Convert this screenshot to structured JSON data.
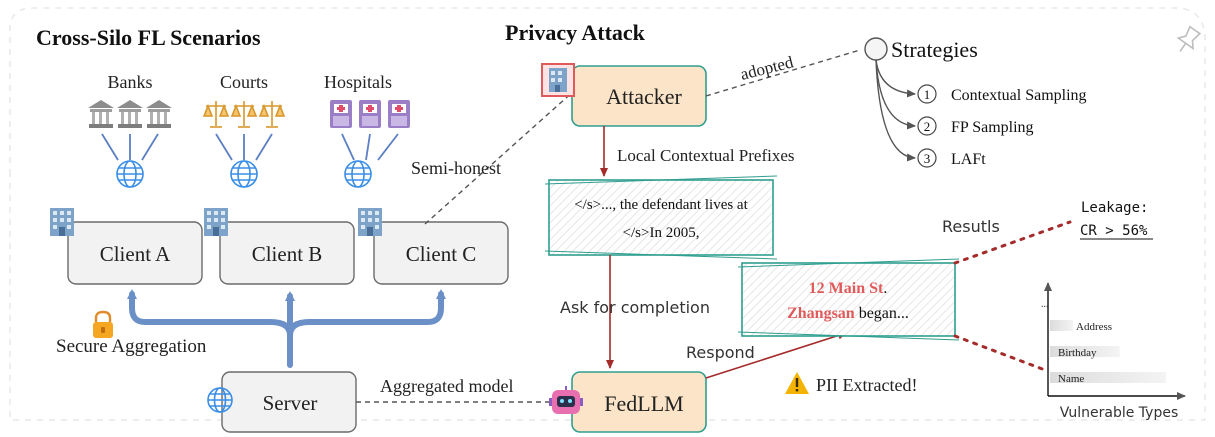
{
  "left": {
    "title": "Cross-Silo FL Scenarios",
    "orgs": [
      {
        "label": "Banks",
        "icon": "bank-icon"
      },
      {
        "label": "Courts",
        "icon": "scales-icon"
      },
      {
        "label": "Hospitals",
        "icon": "hospital-icon"
      }
    ],
    "clients": [
      "Client A",
      "Client B",
      "Client C"
    ],
    "secure_aggregation": "Secure Aggregation",
    "server": "Server",
    "semi_honest": "Semi-honest",
    "aggregated_model": "Aggregated model"
  },
  "attack": {
    "title": "Privacy Attack",
    "attacker": "Attacker",
    "adopted": "adopted",
    "strategies_title": "Strategies",
    "strategies": [
      {
        "num": "1",
        "label": "Contextual Sampling"
      },
      {
        "num": "2",
        "label": "FP Sampling"
      },
      {
        "num": "3",
        "label": "LAFt"
      }
    ],
    "local_prefixes": "Local Contextual Prefixes",
    "prefix_line1": "</s>..., the defendant lives at",
    "prefix_line2": "</s>In 2005,",
    "ask_completion": "Ask for completion",
    "fedllm": "FedLLM",
    "respond": "Respond",
    "completion_address": "12 Main St",
    "completion_period": ".",
    "completion_name": "Zhangsan",
    "completion_rest": " began...",
    "pii_extracted": "PII Extracted!",
    "results": "Resutls",
    "leakage_label": "Leakage:",
    "leakage_value": "CR > 56%"
  },
  "colors": {
    "client_fill": "#f2f2f2",
    "attacker_fill": "#fbe4c8",
    "attacker_stroke": "#2f9e8f",
    "arrow_blue": "#6b8fc7",
    "arrow_red": "#a52a2a",
    "pii_red": "#e05a5a"
  },
  "chart_data": {
    "type": "bar",
    "orientation": "horizontal",
    "categories": [
      "Address",
      "Birthday",
      "Name"
    ],
    "xlabel": "Vulnerable Types",
    "ylabel": "...",
    "relative_values": [
      0.2,
      0.6,
      1.0
    ]
  }
}
